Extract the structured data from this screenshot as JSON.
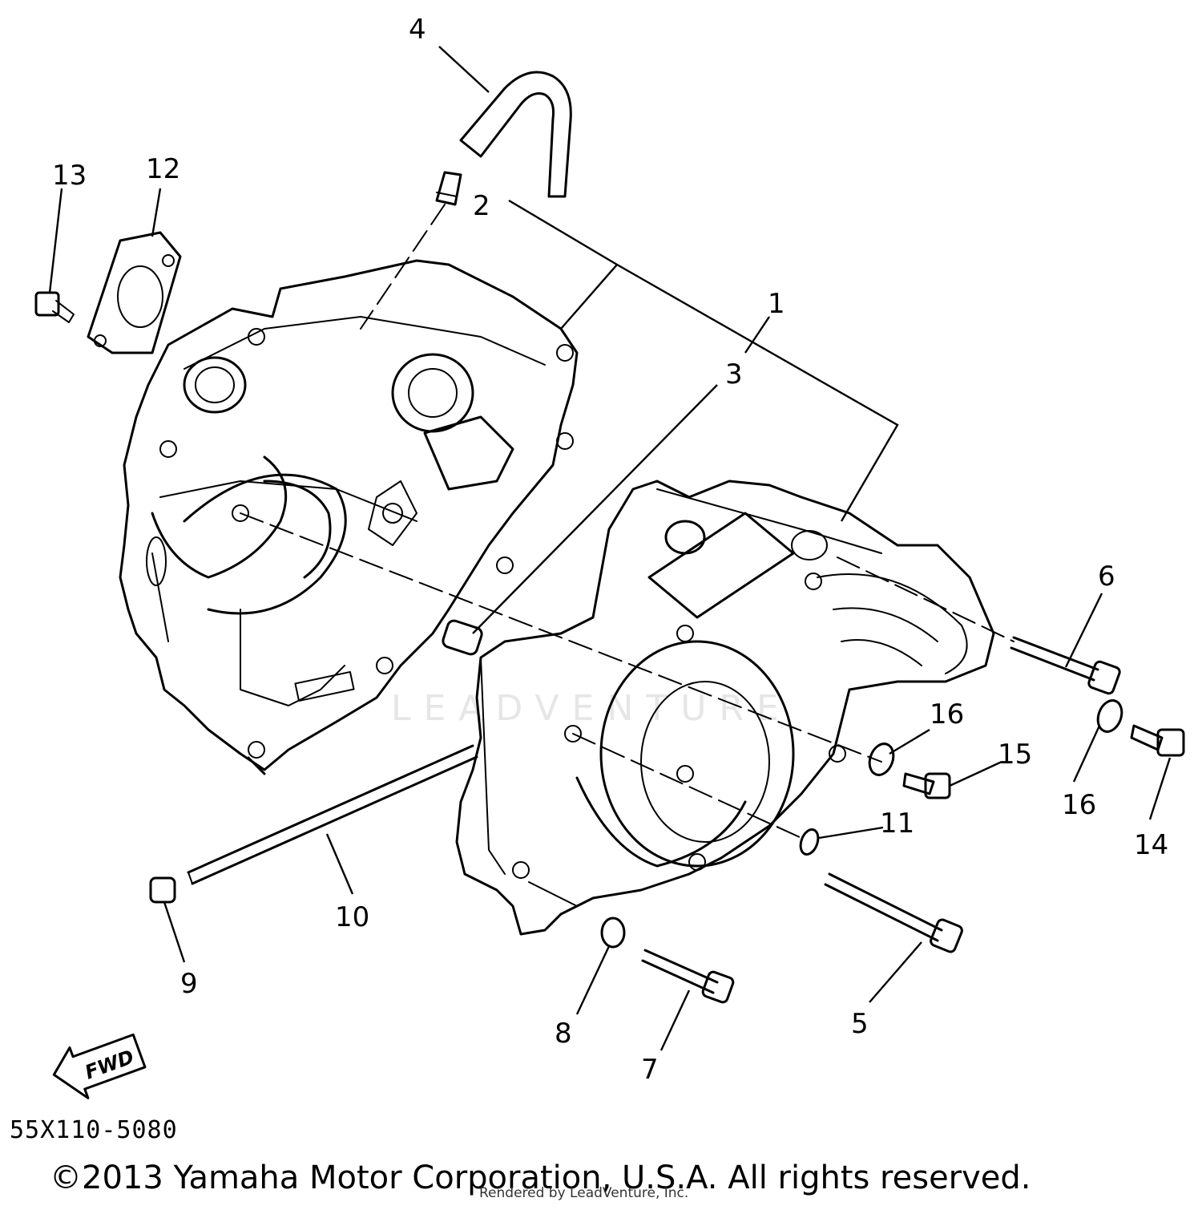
{
  "diagram": {
    "labels": {
      "p1": "1",
      "p2": "2",
      "p3": "3",
      "p4": "4",
      "p5": "5",
      "p6": "6",
      "p7": "7",
      "p8": "8",
      "p9": "9",
      "p10": "10",
      "p11": "11",
      "p12": "12",
      "p13": "13",
      "p14": "14",
      "p15": "15",
      "p16a": "16",
      "p16b": "16"
    },
    "fwd_label": "FWD",
    "diagram_code": "55X110-5080"
  },
  "footer": {
    "copyright": "©2013 Yamaha Motor Corporation, U.S.A. All rights reserved.",
    "rendered_by": "Rendered by LeadVenture, Inc.",
    "watermark": "LEADVENTURE"
  }
}
